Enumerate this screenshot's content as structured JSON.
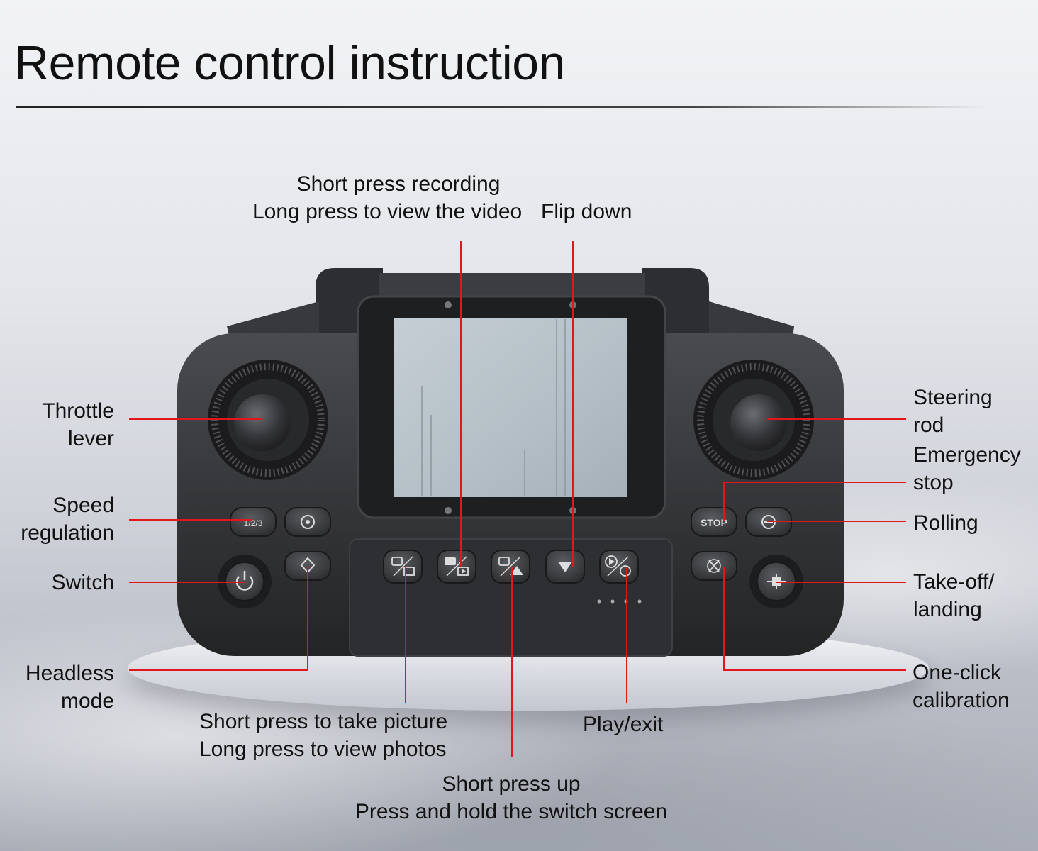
{
  "title": "Remote control instruction",
  "accent_color": "#e3161b",
  "labels": {
    "recording": {
      "line1": "Short press recording",
      "line2": "Long press to view the video"
    },
    "flip_down": {
      "line1": "Flip down"
    },
    "throttle": {
      "line1": "Throttle",
      "line2": "lever"
    },
    "speed": {
      "line1": "Speed",
      "line2": "regulation"
    },
    "switch": {
      "line1": "Switch"
    },
    "headless": {
      "line1": "Headless",
      "line2": "mode"
    },
    "picture": {
      "line1": "Short press to take picture",
      "line2": "Long press to view photos"
    },
    "up": {
      "line1": "Short press up",
      "line2": "Press and hold the switch screen"
    },
    "play": {
      "line1": "Play/exit"
    },
    "steering": {
      "line1": "Steering",
      "line2": "rod"
    },
    "emergency": {
      "line1": "Emergency",
      "line2": "stop"
    },
    "rolling": {
      "line1": "Rolling"
    },
    "takeoff": {
      "line1": "Take-off/",
      "line2": "landing"
    },
    "calibration": {
      "line1": "One-click",
      "line2": "calibration"
    }
  },
  "buttons": {
    "speed_text": "1/2/3",
    "stop_text": "STOP"
  },
  "icons": {
    "speed": "speed-icon",
    "headless": "headless-icon",
    "power": "power-icon",
    "photo": "photo-icon",
    "video": "video-icon",
    "up": "up-icon",
    "flip": "flip-down-icon",
    "play": "play-icon",
    "rolling": "roll-icon",
    "calibration": "calibration-icon",
    "takeoff": "drone-icon"
  }
}
